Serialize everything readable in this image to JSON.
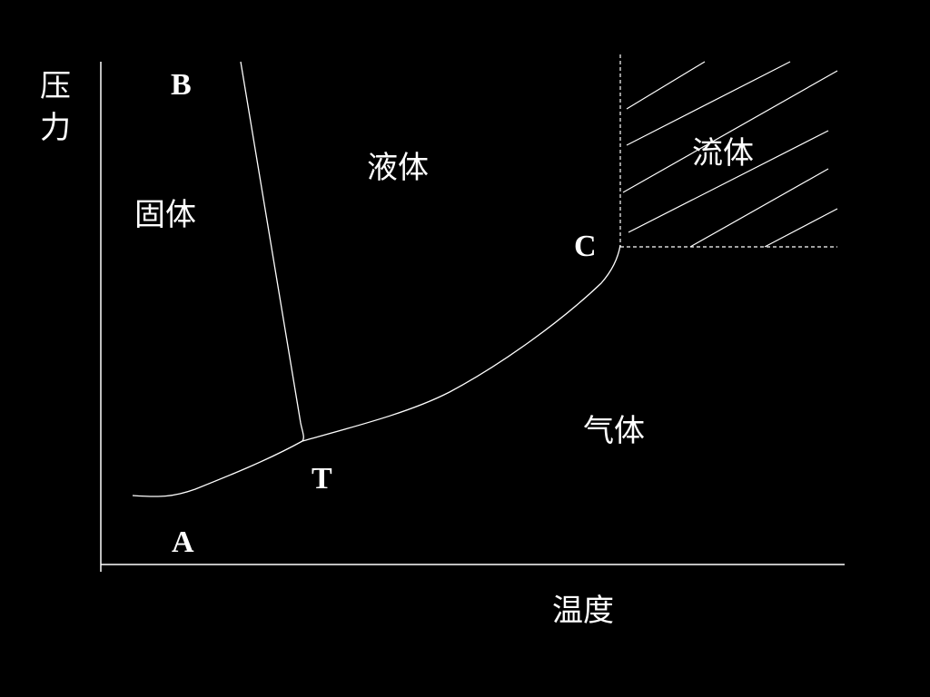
{
  "axes": {
    "y_label_line1": "压",
    "y_label_line2": "力",
    "x_label": "温度"
  },
  "regions": {
    "solid": "固体",
    "liquid": "液体",
    "gas": "气体",
    "fluid": "流体"
  },
  "points": {
    "A": "A",
    "B": "B",
    "C": "C",
    "T": "T"
  },
  "colors": {
    "background": "#000000",
    "foreground": "#ffffff"
  }
}
